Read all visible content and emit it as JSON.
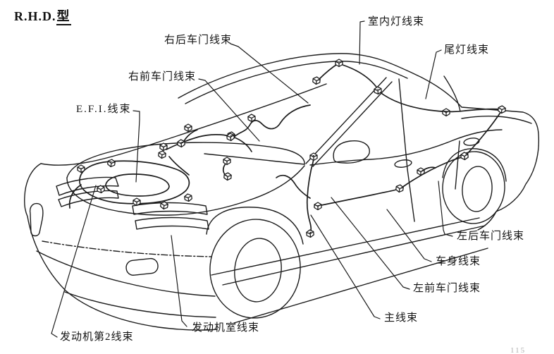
{
  "title": {
    "prefix": "R.H.D.",
    "suffix": "型"
  },
  "page_number": "115",
  "colors": {
    "background": "#ffffff",
    "line": "#1c1c1c"
  },
  "labels": {
    "rear_right_door": "右后车门线束",
    "front_right_door": "右前车门线束",
    "efi": "E.F.I.线束",
    "room_lamp": "室内灯线束",
    "tail_lamp": "尾灯线束",
    "rear_left_door": "左后车门线束",
    "body": "车身线束",
    "front_left_door": "左前车门线束",
    "main": "主线束",
    "engine_room": "发动机室线束",
    "engine_no2": "发动机第2线束"
  }
}
